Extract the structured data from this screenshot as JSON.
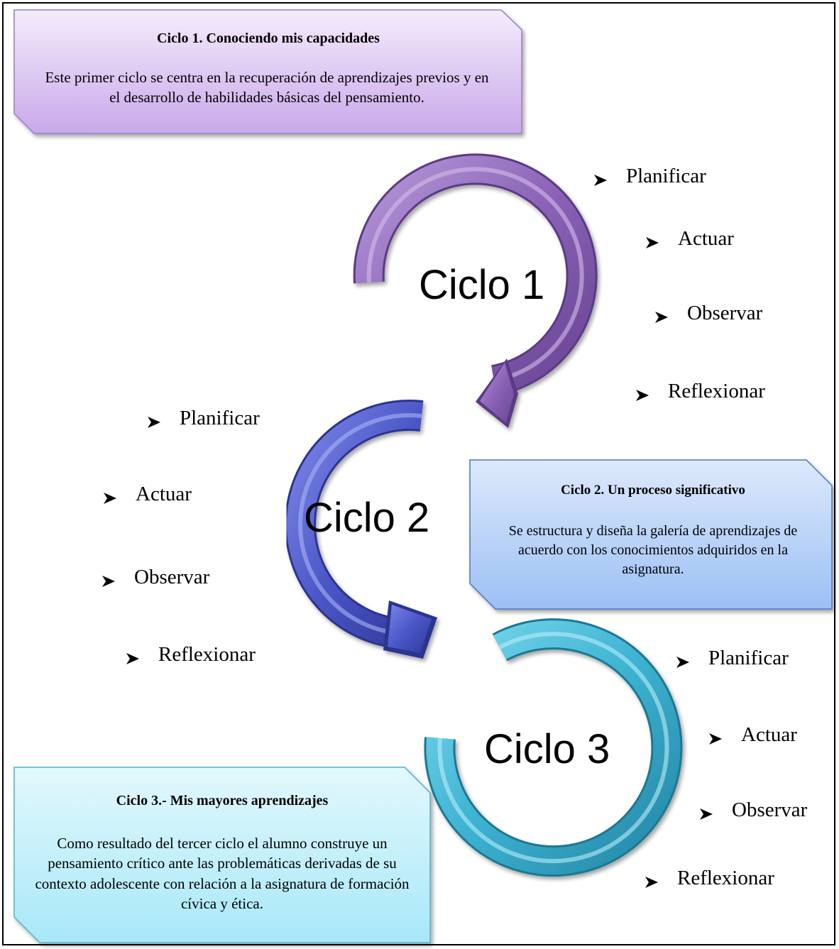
{
  "notes": [
    {
      "title": "Ciclo 1. Conociendo mis capacidades",
      "body": "Este primer ciclo se centra en la recuperación de aprendizajes previos y en el desarrollo de habilidades básicas del pensamiento."
    },
    {
      "title": "Ciclo 2. Un proceso significativo",
      "body": "Se estructura y diseña la galería de aprendizajes de acuerdo con los conocimientos adquiridos en la asignatura."
    },
    {
      "title": "Ciclo 3.- Mis mayores aprendizajes",
      "body": "Como resultado del tercer ciclo el alumno construye un pensamiento crítico ante las problemáticas derivadas de su contexto adolescente con relación a la asignatura de formación cívica y ética."
    }
  ],
  "cycles": [
    {
      "label": "Ciclo 1",
      "color": "#8e68b8",
      "steps": [
        "Planificar",
        "Actuar",
        "Observar",
        "Reflexionar"
      ]
    },
    {
      "label": "Ciclo 2",
      "color": "#4a56c6",
      "steps": [
        "Planificar",
        "Actuar",
        "Observar",
        "Reflexionar"
      ]
    },
    {
      "label": "Ciclo 3",
      "color": "#3fb4d2",
      "steps": [
        "Planificar",
        "Actuar",
        "Observar",
        "Reflexionar"
      ]
    }
  ],
  "colors": {
    "note1": "#d9c2ef",
    "note2": "#b4d0f7",
    "note3": "#c4f0fb"
  }
}
